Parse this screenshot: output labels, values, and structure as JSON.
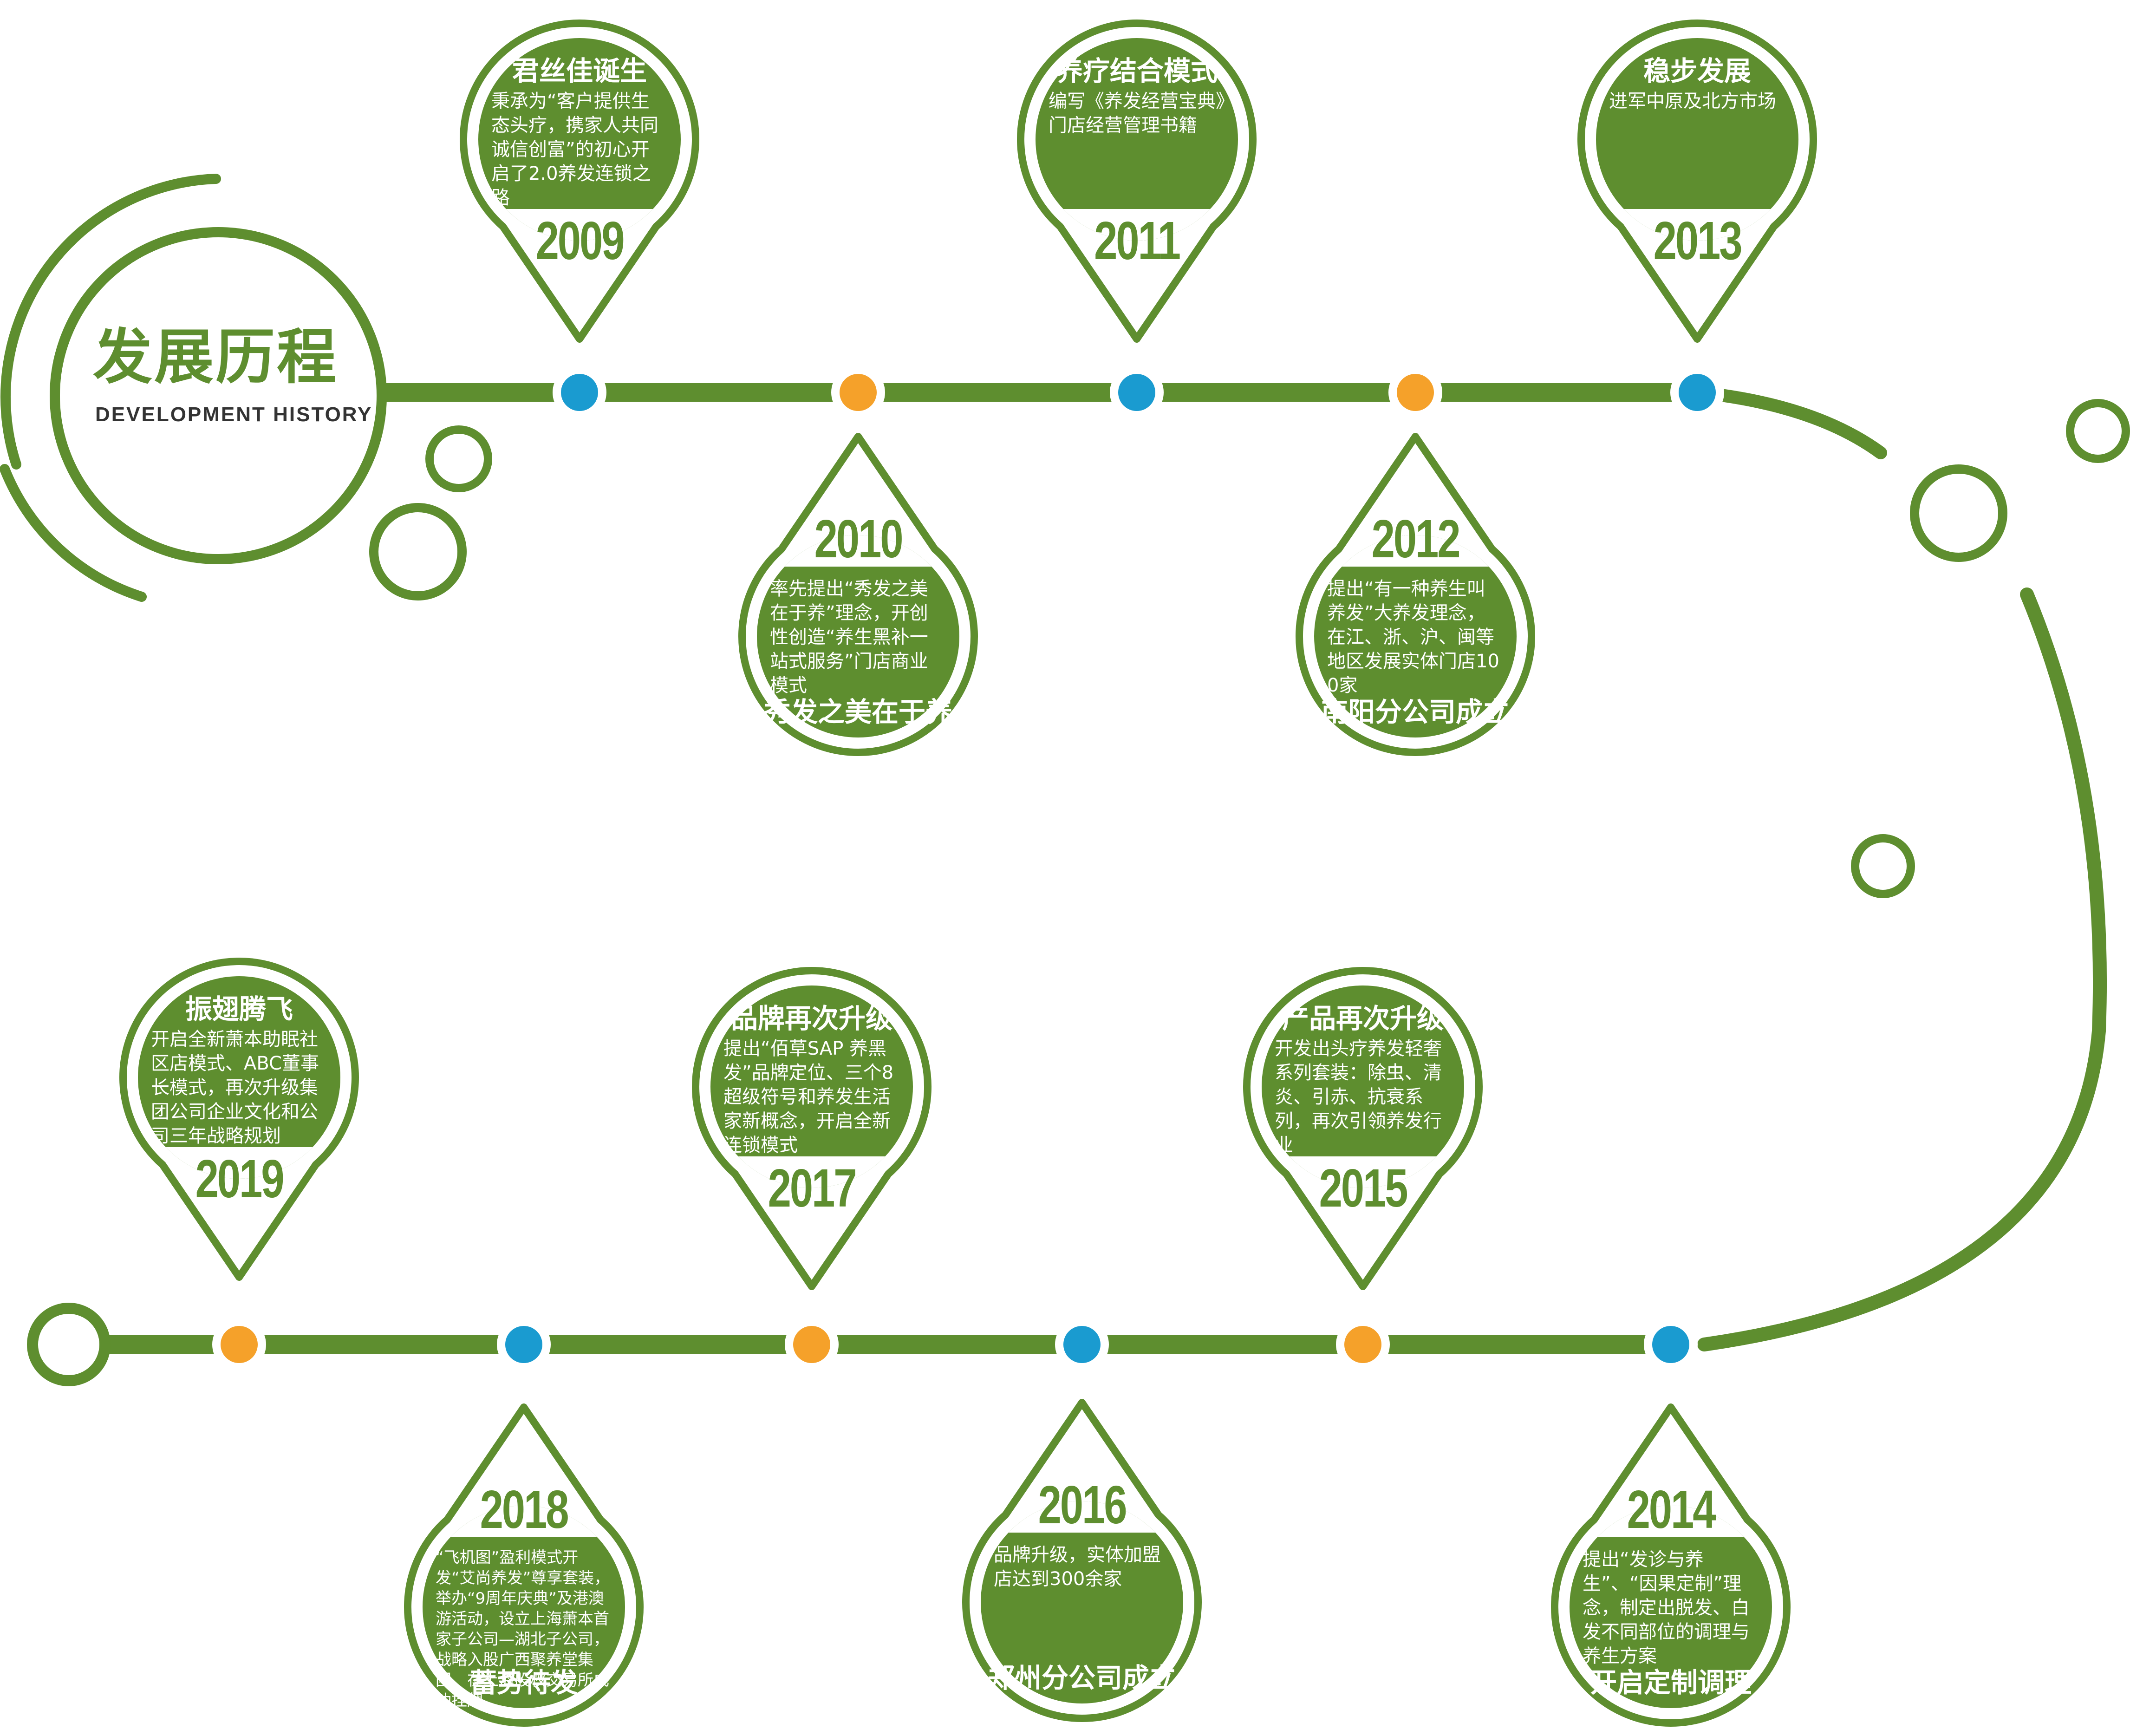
{
  "header": {
    "title": "发展历程",
    "subtitle": "DEVELOPMENT HISTORY"
  },
  "colors": {
    "green": "#5e8e2f",
    "blue": "#1a9bd0",
    "orange": "#f5a12a",
    "white": "#ffffff"
  },
  "milestones": [
    {
      "year": "2009",
      "title": "君丝佳诞生",
      "text": "秉承为“客户提供生态头疗，携家人共同诚信创富”的初心开启了2.0养发连锁之路"
    },
    {
      "year": "2010",
      "title": "秀发之美在于养",
      "text": "率先提出“秀发之美在于养”理念，开创性创造“养生黑补一站式服务”门店商业模式"
    },
    {
      "year": "2011",
      "title": "养疗结合模式",
      "text": "编写《养发经营宝典》门店经营管理书籍"
    },
    {
      "year": "2012",
      "title": "南阳分公司成立",
      "text": "提出“有一种养生叫养发”大养发理念，在江、浙、沪、闽等地区发展实体门店100家"
    },
    {
      "year": "2013",
      "title": "稳步发展",
      "text": "进军中原及北方市场"
    },
    {
      "year": "2014",
      "title": "开启定制调理",
      "text": "提出“发诊与养生”、“因果定制”理念，制定出脱发、白发不同部位的调理与养生方案"
    },
    {
      "year": "2015",
      "title": "产品再次升级",
      "text": "开发出头疗养发轻奢系列套装：除虫、清炎、引赤、抗衰系列，再次引领养发行业"
    },
    {
      "year": "2016",
      "title": "郑州分公司成立",
      "text": "品牌升级，实体加盟店达到300余家"
    },
    {
      "year": "2017",
      "title": "品牌再次升级",
      "text": "提出“佰草SAP 养黑发”品牌定位、三个8超级符号和养发生活家新概念，开启全新连锁模式"
    },
    {
      "year": "2018",
      "title": "蓄势待发",
      "text": "“飞机图”盈利模式开发“艾尚养发”尊享套装，举办“9周年庆典”及港澳游活动，设立上海萧本首家子公司—湖北子公司，战略入股广西聚养堂集团，在上海股权交易所成功挂牌"
    },
    {
      "year": "2019",
      "title": "振翅腾飞",
      "text": "开启全新萧本助眠社区店模式、ABC董事长模式，再次升级集团公司企业文化和公司三年战略规划"
    }
  ]
}
